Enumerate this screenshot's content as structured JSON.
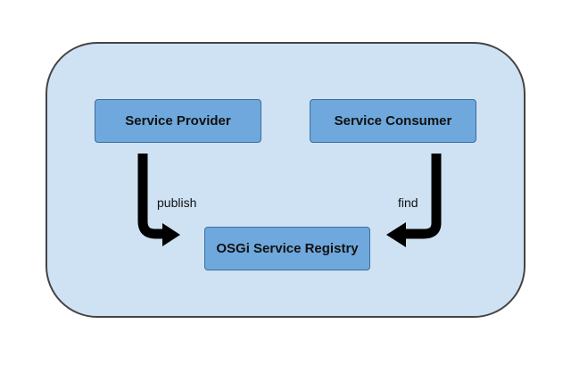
{
  "diagram": {
    "nodes": {
      "provider": "Service Provider",
      "consumer": "Service Consumer",
      "registry": "OSGi Service Registry"
    },
    "edges": {
      "publish": "publish",
      "find": "find"
    },
    "colors": {
      "container_fill": "#cfe2f3",
      "node_fill": "#6fa8dc",
      "arrow": "#000000"
    }
  }
}
